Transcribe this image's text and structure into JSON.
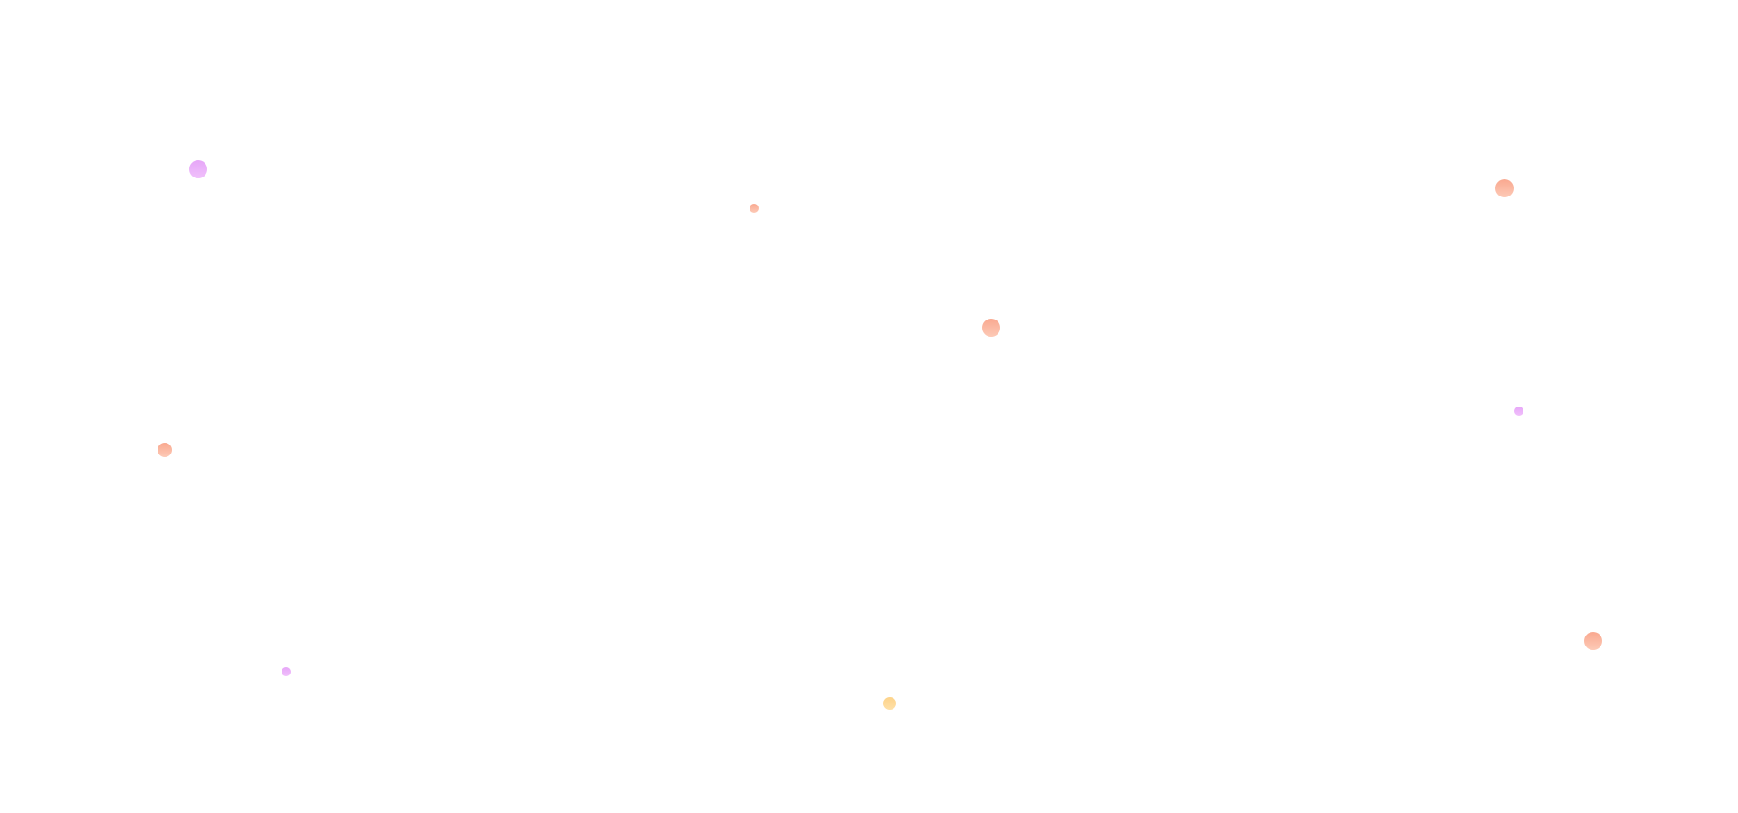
{
  "background": "#ffffff",
  "palette": {
    "peach": [
      "#f9a88f",
      "#fdcab7"
    ],
    "purple": [
      "#e6a6f8",
      "#f0c0fb"
    ],
    "yellow": [
      "#fdd38a",
      "#fee0a8"
    ]
  },
  "decorations": [
    {
      "name": "decorative-dot",
      "color": "purple"
    },
    {
      "name": "decorative-dot",
      "color": "peach"
    },
    {
      "name": "decorative-dot",
      "color": "peach"
    },
    {
      "name": "decorative-dot",
      "color": "peach"
    },
    {
      "name": "decorative-dot",
      "color": "purple"
    },
    {
      "name": "decorative-dot",
      "color": "peach"
    },
    {
      "name": "decorative-dot",
      "color": "peach"
    },
    {
      "name": "decorative-dot",
      "color": "purple"
    },
    {
      "name": "decorative-dot",
      "color": "yellow"
    }
  ]
}
